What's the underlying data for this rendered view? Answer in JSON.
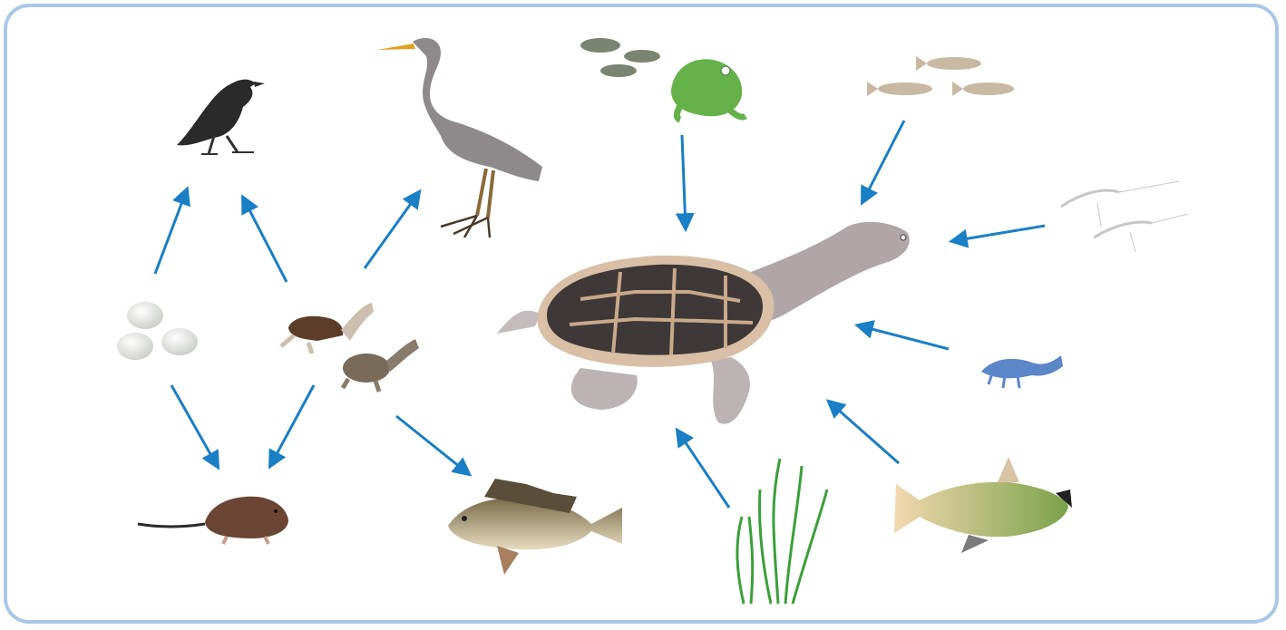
{
  "diagram": {
    "type": "food-web",
    "arrow_color": "#1a7fc4",
    "frame_color": "#a9c8e6",
    "organisms": [
      {
        "id": "crow",
        "icon": "crow-icon"
      },
      {
        "id": "heron",
        "icon": "heron-icon"
      },
      {
        "id": "tadpoles",
        "icon": "tadpoles-icon"
      },
      {
        "id": "frog",
        "icon": "frog-icon"
      },
      {
        "id": "small-fish",
        "icon": "small-fish-icon"
      },
      {
        "id": "shrimp",
        "icon": "shrimp-icon"
      },
      {
        "id": "eggs",
        "icon": "eggs-icon"
      },
      {
        "id": "juvenile-turtles",
        "icon": "juvenile-turtles-icon"
      },
      {
        "id": "adult-turtle",
        "icon": "long-necked-turtle-icon"
      },
      {
        "id": "crayfish",
        "icon": "crayfish-icon"
      },
      {
        "id": "rat",
        "icon": "rat-icon"
      },
      {
        "id": "perch",
        "icon": "perch-icon"
      },
      {
        "id": "water-plants",
        "icon": "water-plants-icon"
      },
      {
        "id": "carp",
        "icon": "carp-icon"
      }
    ],
    "links": [
      {
        "from": "eggs",
        "to": "crow"
      },
      {
        "from": "juvenile-turtles",
        "to": "crow"
      },
      {
        "from": "juvenile-turtles",
        "to": "heron"
      },
      {
        "from": "eggs",
        "to": "rat"
      },
      {
        "from": "juvenile-turtles",
        "to": "rat"
      },
      {
        "from": "juvenile-turtles",
        "to": "perch"
      },
      {
        "from": "tadpoles",
        "to": "adult-turtle"
      },
      {
        "from": "small-fish",
        "to": "adult-turtle"
      },
      {
        "from": "shrimp",
        "to": "adult-turtle"
      },
      {
        "from": "crayfish",
        "to": "adult-turtle"
      },
      {
        "from": "carp",
        "to": "adult-turtle"
      },
      {
        "from": "water-plants",
        "to": "adult-turtle"
      }
    ]
  }
}
